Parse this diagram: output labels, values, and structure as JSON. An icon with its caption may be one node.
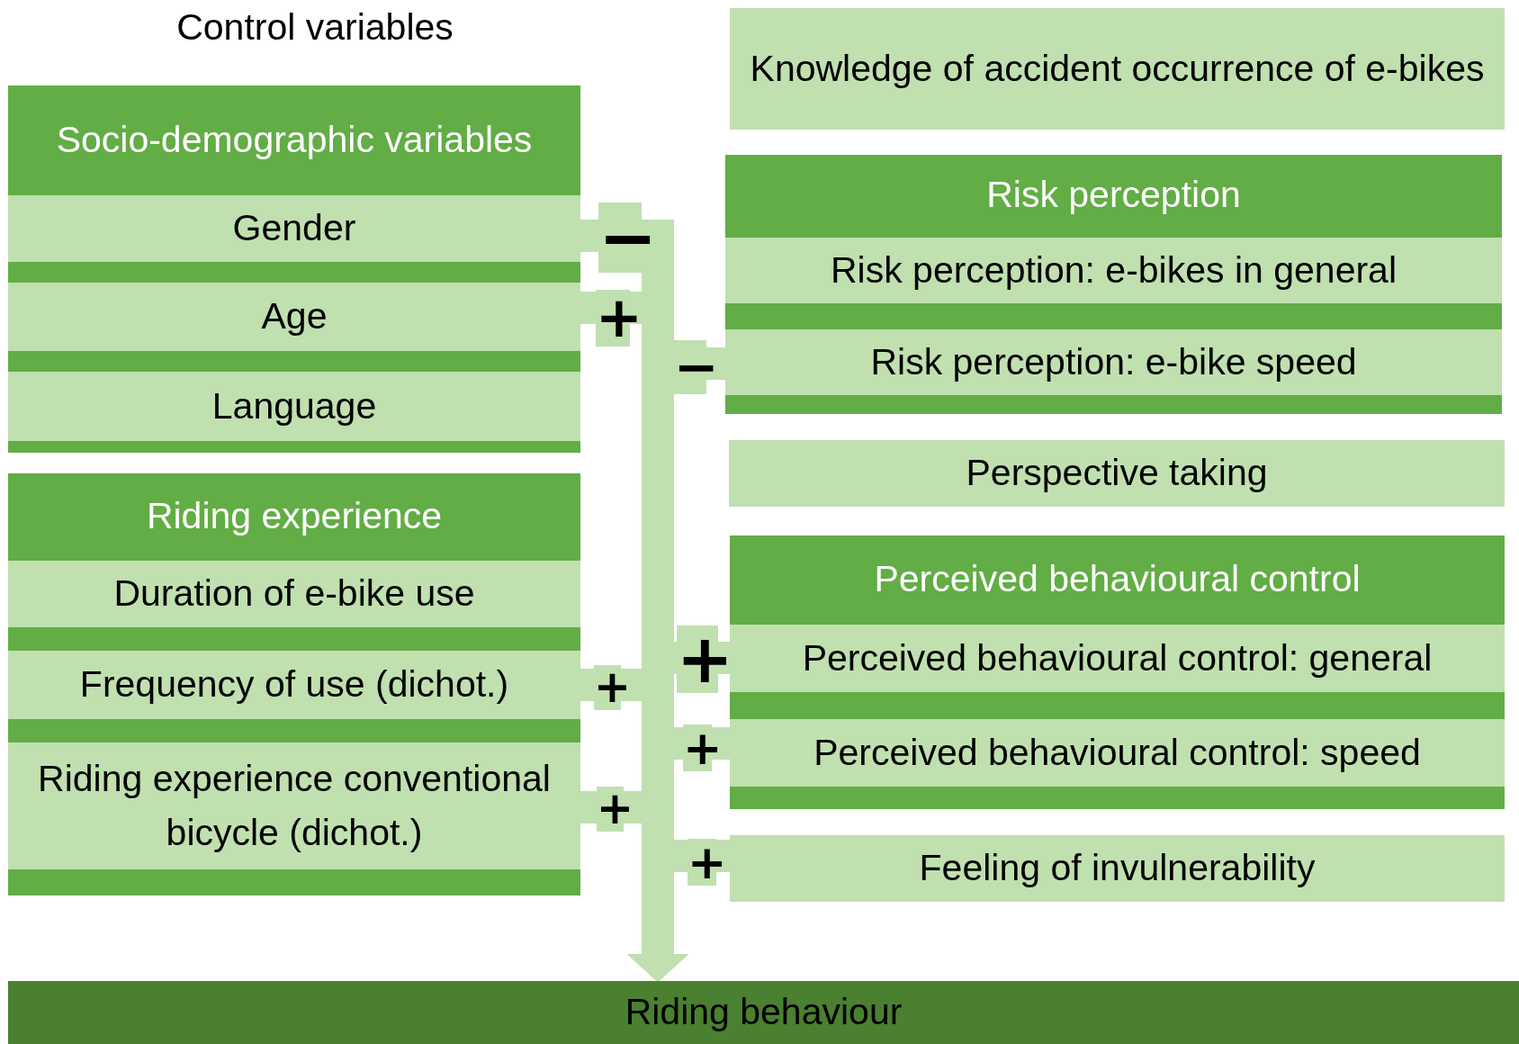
{
  "diagram": {
    "nodes": [
      {
        "text": [
          "Socio-demographic variables"
        ]
      },
      {
        "text": [
          "Gender"
        ],
        "in": 0
      },
      {
        "text": [
          "Age"
        ],
        "in": 0
      },
      {
        "text": [
          "Language"
        ],
        "in": 0
      },
      {
        "text": [
          "Riding experience"
        ]
      },
      {
        "text": [
          "Duration of e-bike use"
        ],
        "in": 4
      },
      {
        "text": [
          "Frequency of use (dichot.)"
        ],
        "in": 4
      },
      {
        "text": [
          "Riding experience conventional bicycle (dichot.)"
        ],
        "in": 4
      },
      {
        "text": [
          "Knowledge of accident occurrence of e-bikes"
        ]
      },
      {
        "text": [
          "Risk perception"
        ]
      },
      {
        "text": [
          "Risk perception: e-bikes in general"
        ],
        "in": 9
      },
      {
        "text": [
          "Risk perception: e-bike speed"
        ],
        "in": 9
      },
      {
        "text": [
          "Perspective taking"
        ]
      },
      {
        "text": [
          "Perceived behavioural control"
        ]
      },
      {
        "text": [
          "Perceived behavioural control: general"
        ],
        "in": 13
      },
      {
        "text": [
          "Perceived behavioural control: speed"
        ],
        "in": 13
      },
      {
        "text": [
          "Feeling of invulnerability"
        ]
      },
      {
        "text": [
          "Riding behaviour"
        ]
      }
    ],
    "edges": [
      {
        "from": 1,
        "to": 17,
        "arrow": "to",
        "label": "−"
      },
      {
        "from": 2,
        "to": 17,
        "arrow": "to",
        "label": "+"
      },
      {
        "from": 6,
        "to": 17,
        "arrow": "to",
        "label": "+"
      },
      {
        "from": 7,
        "to": 17,
        "arrow": "to",
        "label": "+"
      },
      {
        "from": 11,
        "to": 17,
        "arrow": "to",
        "label": "−"
      },
      {
        "from": 14,
        "to": 17,
        "arrow": "to",
        "label": "+"
      },
      {
        "from": 15,
        "to": 17,
        "arrow": "to",
        "label": "+"
      },
      {
        "from": 16,
        "to": 17,
        "arrow": "to",
        "label": "+"
      }
    ],
    "labels": [
      "Control variables"
    ]
  }
}
